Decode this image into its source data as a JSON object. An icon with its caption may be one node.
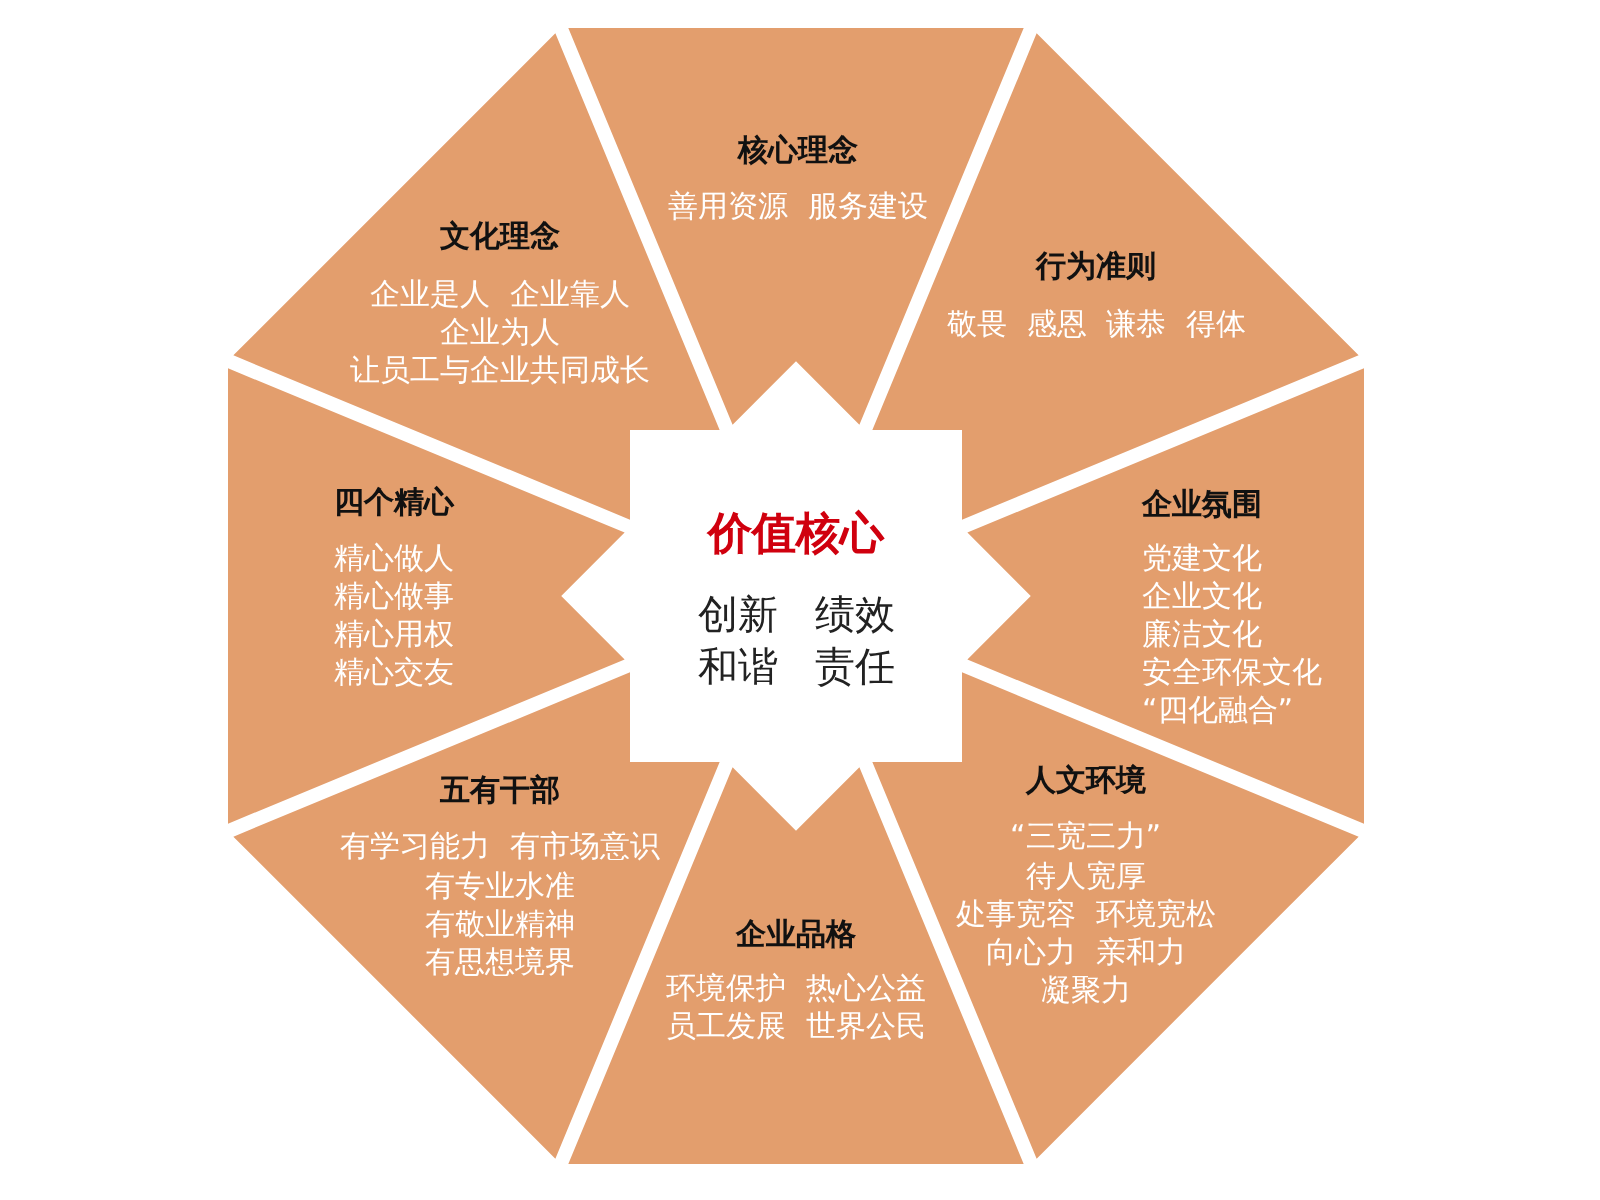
{
  "diagram": {
    "nodes": [
      {
        "text": [
          "价值核心",
          "创新 绩效",
          "和谐 责任"
        ]
      },
      {
        "text": [
          "核心理念",
          "善用资源 服务建设"
        ]
      },
      {
        "text": [
          "行为准则",
          "敬畏 感恩 谦恭 得体"
        ]
      },
      {
        "text": [
          "企业氛围",
          "党建文化",
          "企业文化",
          "廉洁文化",
          "安全环保文化",
          "“四化融合”"
        ]
      },
      {
        "text": [
          "人文环境",
          "“三宽三力”",
          "待人宽厚",
          "处事宽容 环境宽松",
          "向心力 亲和力",
          "凝聚力"
        ]
      },
      {
        "text": [
          "企业品格",
          "环境保护 热心公益",
          "员工发展 世界公民"
        ]
      },
      {
        "text": [
          "五有干部",
          "有学习能力 有市场意识",
          "有专业水准",
          "有敬业精神",
          "有思想境界"
        ]
      },
      {
        "text": [
          "四个精心",
          "精心做人",
          "精心做事",
          "精心用权",
          "精心交友"
        ]
      },
      {
        "text": [
          "文化理念",
          "企业是人 企业靠人",
          "企业为人",
          "让员工与企业共同成长"
        ]
      }
    ]
  }
}
